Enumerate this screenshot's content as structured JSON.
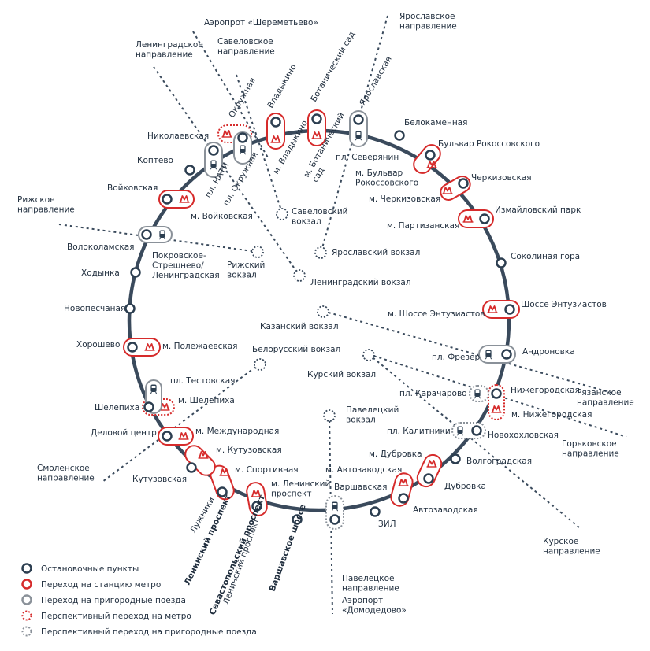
{
  "colors": {
    "ring": "#3a4a5c",
    "metro": "#d62b2b",
    "rail": "#8a9199",
    "station_fill": "#ffffff",
    "direction_line": "#3a4a5c",
    "text": "#1f2d3d"
  },
  "ring_stations": [
    {
      "key": "okruzhnaya",
      "label": "Окружная"
    },
    {
      "key": "vladykino",
      "label": "Владыкино"
    },
    {
      "key": "botanichesky_sad",
      "label": "Ботанический сад"
    },
    {
      "key": "rostokino",
      "label": "Ярославская"
    },
    {
      "key": "belokamennaya",
      "label": "Белокаменная"
    },
    {
      "key": "bulvar_rokossovskogo",
      "label": "Бульвар Рокоссовского"
    },
    {
      "key": "lokomotiv",
      "label": "Черкизовская"
    },
    {
      "key": "izmaylovo",
      "label": "Измайловский парк"
    },
    {
      "key": "sokolinaya_gora",
      "label": "Соколиная гора"
    },
    {
      "key": "shosse_entuziastov",
      "label": "Шоссе Энтузиастов"
    },
    {
      "key": "andronovka",
      "label": "Андроновка"
    },
    {
      "key": "nizhegorodskaya",
      "label": "Нижегородская"
    },
    {
      "key": "novokhokhlovskaya",
      "label": "Новохохловская"
    },
    {
      "key": "ugreshskaya",
      "label": "Волгоградская"
    },
    {
      "key": "dubrovka",
      "label": "Дубровка"
    },
    {
      "key": "avtozavodskaya",
      "label": "Автозаводская"
    },
    {
      "key": "zil",
      "label": "ЗИЛ"
    },
    {
      "key": "verkhnie_kotly",
      "label": "Варшавская"
    },
    {
      "key": "krymskaya",
      "label": "Севастопольский проспект"
    },
    {
      "key": "ploshchad_gagarina",
      "label": "Ленинский проспект"
    },
    {
      "key": "luzhniki",
      "label": "Лужники"
    },
    {
      "key": "kutuzovskaya",
      "label": "Кутузовская"
    },
    {
      "key": "delovoy_tsentr",
      "label": "Деловой центр"
    },
    {
      "key": "shelepikha",
      "label": "Шелепиха"
    },
    {
      "key": "khoroshevo",
      "label": "Хорошево"
    },
    {
      "key": "zorge",
      "label": "Новопесчаная"
    },
    {
      "key": "panfilovskaya",
      "label": "Ходынка"
    },
    {
      "key": "streshnevo",
      "label": "Волоколамская"
    },
    {
      "key": "baltiyskaya",
      "label": "Войковская"
    },
    {
      "key": "koptevo",
      "label": "Коптево"
    },
    {
      "key": "likhobory",
      "label": "Николаевская"
    }
  ],
  "transfer_labels": [
    {
      "key": "m_vladykino",
      "label": "м. Владыкино"
    },
    {
      "key": "m_botanichesky_sad",
      "label": "м. Ботанический сад"
    },
    {
      "key": "pl_severyanin",
      "label": "пл. Северянин"
    },
    {
      "key": "m_bulvar",
      "label": "м. Бульвар Рокоссовского"
    },
    {
      "key": "m_cherkizovskaya",
      "label": "м. Черкизовская"
    },
    {
      "key": "m_partizanskaya",
      "label": "м. Партизанская"
    },
    {
      "key": "m_shosse",
      "label": "м. Шоссе Энтузиастов"
    },
    {
      "key": "pl_frezer",
      "label": "пл. Фрезер"
    },
    {
      "key": "pl_karacharovo",
      "label": "пл. Карачарово"
    },
    {
      "key": "m_nizhegorodskaya",
      "label": "м. Нижегородская"
    },
    {
      "key": "pl_kalitniki",
      "label": "пл. Калитники"
    },
    {
      "key": "m_dubrovka",
      "label": "м. Дубровка"
    },
    {
      "key": "m_avtozavodskaya",
      "label": "м. Автозаводская"
    },
    {
      "key": "m_leninsky",
      "label": "м. Ленинский проспект"
    },
    {
      "key": "m_sportivnaya",
      "label": "м. Спортивная"
    },
    {
      "key": "m_kutuzovskaya",
      "label": "м. Кутузовская"
    },
    {
      "key": "m_mezhdunarodnaya",
      "label": "м. Международная"
    },
    {
      "key": "m_shelepikha",
      "label": "м. Шелепиха"
    },
    {
      "key": "pl_testovskaya",
      "label": "пл. Тестовская"
    },
    {
      "key": "m_polezhaevskaya",
      "label": "м. Полежаевская"
    },
    {
      "key": "pokrovskoe",
      "label": "Покровское-Стрешнево/Ленинградская"
    },
    {
      "key": "m_voykovskaya",
      "label": "м. Войковская"
    },
    {
      "key": "pl_nati",
      "label": "пл. НАТИ"
    },
    {
      "key": "pl_okruzhnaya",
      "label": "пл. Окружная"
    }
  ],
  "stations_vokzal": [
    {
      "key": "savelovsky",
      "label": "Савеловский вокзал"
    },
    {
      "key": "rizhsky",
      "label": "Рижский вокзал"
    },
    {
      "key": "leningradsky",
      "label": "Ленинградский вокзал"
    },
    {
      "key": "yaroslavsky",
      "label": "Ярославский вокзал"
    },
    {
      "key": "kazansky",
      "label": "Казанский вокзал"
    },
    {
      "key": "belorussky",
      "label": "Белорусский вокзал"
    },
    {
      "key": "kursky",
      "label": "Курский вокзал"
    },
    {
      "key": "paveletsky",
      "label": "Павелецкий вокзал"
    }
  ],
  "directions": [
    {
      "key": "sheremetyevo",
      "label": "Аэропрот «Шереметьево»"
    },
    {
      "key": "savelovskoe",
      "label": "Савеловское направление"
    },
    {
      "key": "leningradskoe",
      "label": "Ленинградское направление"
    },
    {
      "key": "yaroslavskoe",
      "label": "Ярославское направление"
    },
    {
      "key": "rizhskoe",
      "label": "Рижское направление"
    },
    {
      "key": "ryazanskoe",
      "label": "Рязанское направление"
    },
    {
      "key": "gorkovskoe",
      "label": "Горьковское направление"
    },
    {
      "key": "kurskoe",
      "label": "Курское направление"
    },
    {
      "key": "smolenskoe",
      "label": "Смоленское направление"
    },
    {
      "key": "paveletskoe",
      "label": "Павелецкое направление"
    },
    {
      "key": "domodedovo",
      "label": "Аэропорт «Домодедово»"
    }
  ],
  "roads": [
    {
      "key": "leninsky_pr",
      "label": "Ленинский проспект"
    },
    {
      "key": "sevastopolsky",
      "label": "Севастопольский проспект"
    },
    {
      "key": "varshavskoe",
      "label": "Варшавское шоссе"
    }
  ],
  "legend": [
    {
      "key": "stop",
      "label": "Остановочные пункты"
    },
    {
      "key": "metro",
      "label": "Переход на станцию метро"
    },
    {
      "key": "rail",
      "label": "Переход на пригородные поезда"
    },
    {
      "key": "metro_future",
      "label": "Перспективный переход на метро"
    },
    {
      "key": "rail_future",
      "label": "Перспективный переход на пригородные поезда"
    }
  ]
}
